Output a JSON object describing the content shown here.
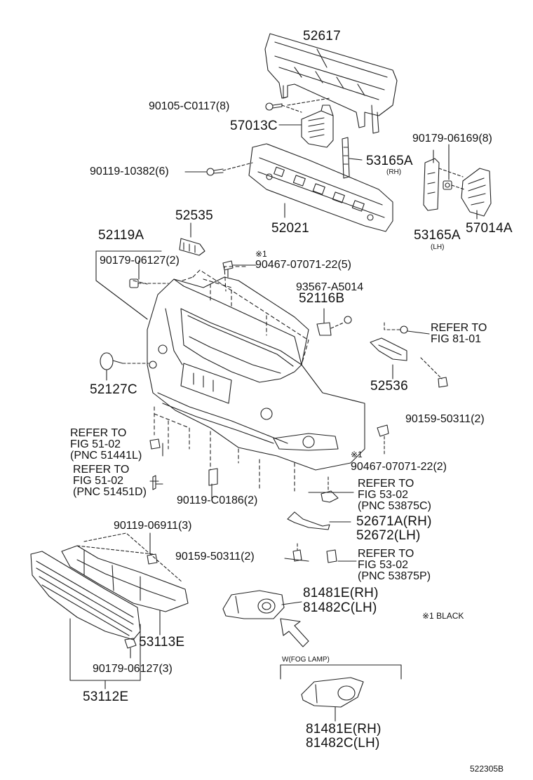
{
  "labels": {
    "p52617": "52617",
    "p90105": "90105-C0117(8)",
    "p57013c": "57013C",
    "p90179a": "90179-06169(8)",
    "p90119a": "90119-10382(6)",
    "p53165a_rh": "53165A",
    "rh1": "(RH)",
    "p52535": "52535",
    "p52021": "52021",
    "p53165a_lh": "53165A",
    "p57014a": "57014A",
    "lh1": "(LH)",
    "p52119a": "52119A",
    "p90179b": "90179-06127(2)",
    "mark1a": "※1",
    "p90467a": "90467-07071-22(5)",
    "p93567": "93567-A5014",
    "p52116b": "52116B",
    "refer81_1": "REFER TO",
    "refer81_2": "FIG 81-01",
    "p52127c": "52127C",
    "p52536": "52536",
    "p90159a": "90159-50311(2)",
    "ref5102a_1": "REFER TO",
    "ref5102a_2": "FIG 51-02",
    "ref5102a_3": "(PNC 51441L)",
    "ref5102b_1": "REFER TO",
    "ref5102b_2": "FIG 51-02",
    "ref5102b_3": "(PNC 51451D)",
    "mark1b": "※1",
    "p90467b": "90467-07071-22(2)",
    "p90119b": "90119-C0186(2)",
    "ref5302a_1": "REFER TO",
    "ref5302a_2": "FIG 53-02",
    "ref5302a_3": "(PNC 53875C)",
    "p90119c": "90119-06911(3)",
    "p52671a": "52671A(RH)",
    "p52672": "52672(LH)",
    "p90159b": "90159-50311(2)",
    "ref5302b_1": "REFER TO",
    "ref5302b_2": "FIG 53-02",
    "ref5302b_3": "(PNC 53875P)",
    "p81481e_a": "81481E(RH)",
    "p81482c_a": "81482C(LH)",
    "note_black": "※1 BLACK",
    "p53113e": "53113E",
    "w_fog": "W(FOG LAMP)",
    "p90179c": "90179-06127(3)",
    "p53112e": "53112E",
    "p81481e_b": "81481E(RH)",
    "p81482c_b": "81482C(LH)",
    "diagram_id": "522305B"
  }
}
